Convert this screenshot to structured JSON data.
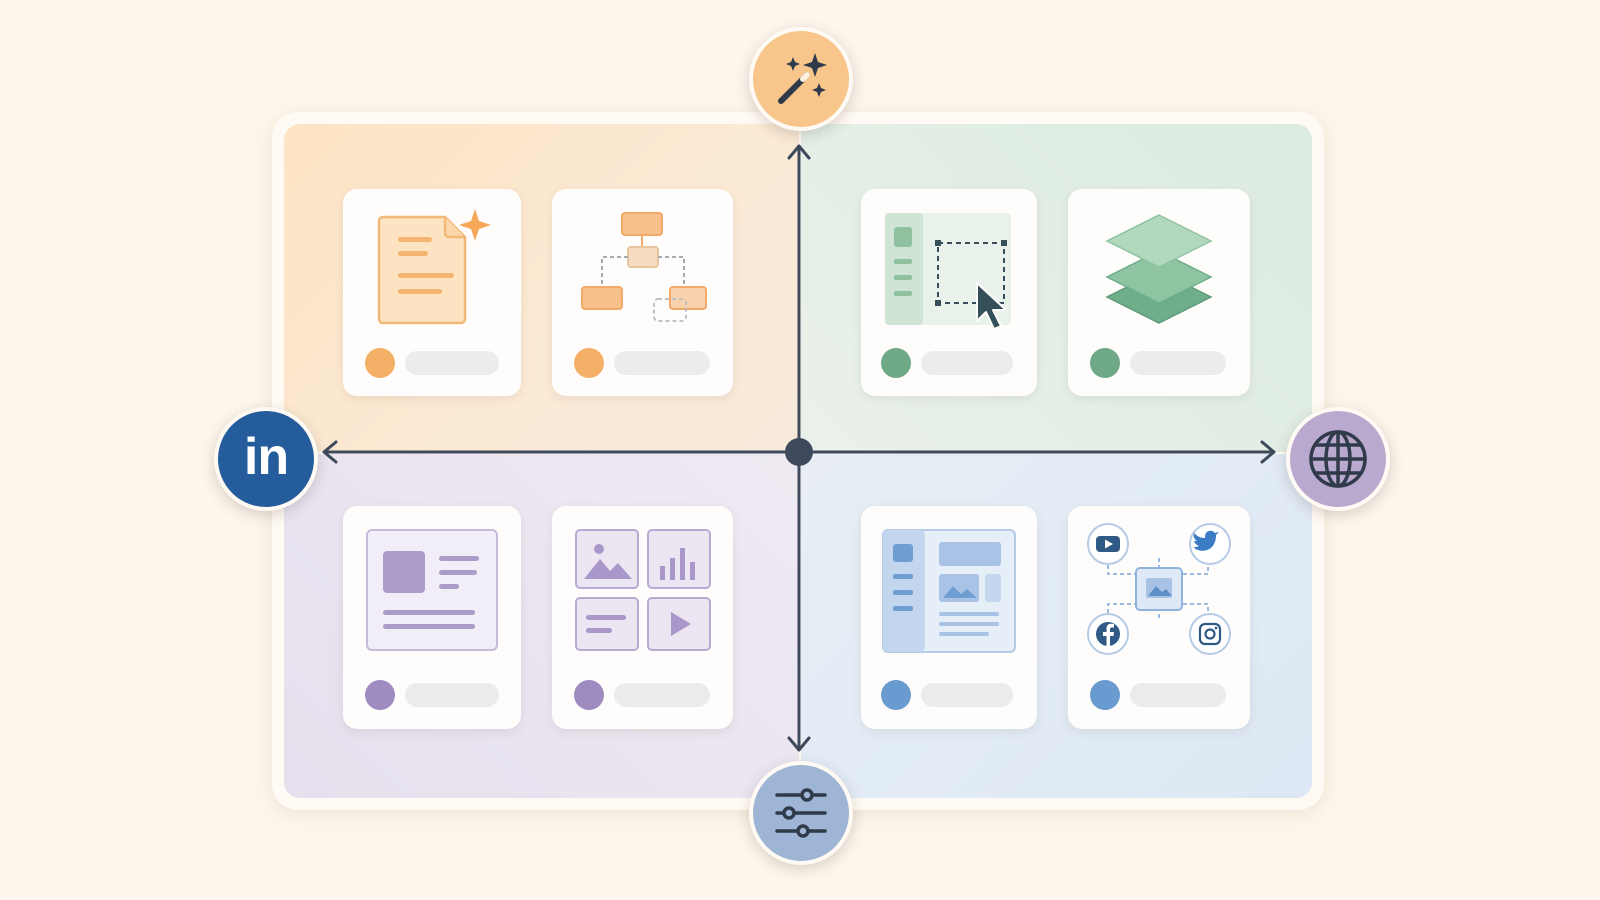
{
  "nodes": {
    "top": {
      "icon": "magic-wand-sparkles-icon",
      "color": "#f8c58a"
    },
    "bottom": {
      "icon": "sliders-icon",
      "color": "#9fb5d6"
    },
    "left": {
      "label": "in",
      "icon": "linkedin-logo-icon",
      "color": "#245c9c"
    },
    "right": {
      "icon": "globe-icon",
      "color": "#b9a9cf"
    }
  },
  "quadrants": [
    {
      "id": "top-left",
      "color": "#f5a85a",
      "cards": [
        {
          "icon": "sparkle-document-icon"
        },
        {
          "icon": "flowchart-icon"
        }
      ]
    },
    {
      "id": "top-right",
      "color": "#6fa987",
      "cards": [
        {
          "icon": "layout-select-cursor-icon"
        },
        {
          "icon": "layers-stack-icon"
        }
      ]
    },
    {
      "id": "bottom-left",
      "color": "#9e8cc0",
      "cards": [
        {
          "icon": "article-layout-icon"
        },
        {
          "icon": "media-grid-icon"
        }
      ]
    },
    {
      "id": "bottom-right",
      "color": "#6a9bd0",
      "cards": [
        {
          "icon": "webpage-layout-icon"
        },
        {
          "icon": "social-media-network-icon"
        }
      ]
    }
  ],
  "axis_color": "#3e4a5c"
}
